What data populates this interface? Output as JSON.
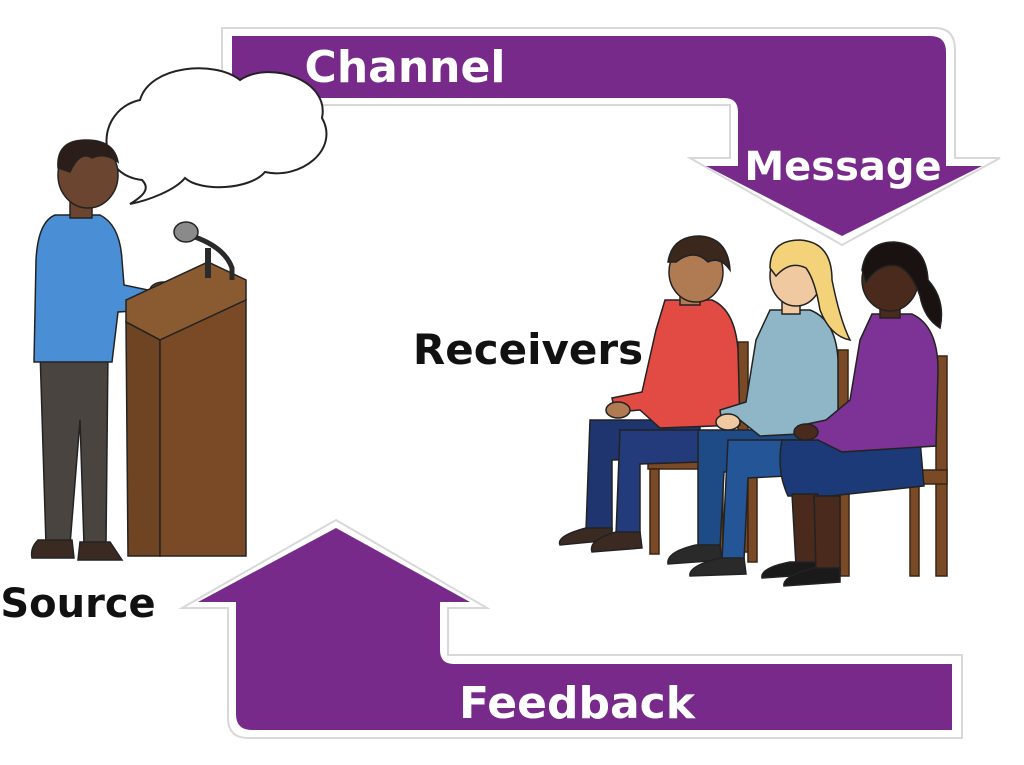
{
  "labels": {
    "channel": "Channel",
    "message": "Message",
    "feedback": "Feedback",
    "source": "Source",
    "receivers": "Receivers"
  },
  "colors": {
    "arrow": "#772a8a",
    "arrow_outline": "#ffffff",
    "speaker_shirt": "#4a8fd6",
    "podium": "#7a4a26",
    "receiver_1_shirt": "#e14b44",
    "receiver_2_shirt": "#8fb6c6",
    "receiver_3_shirt": "#7d3296",
    "chair": "#7a4a26"
  },
  "icons": [
    "speech-bubble-icon",
    "microphone-icon",
    "podium-icon",
    "speaker-figure",
    "receiver-figure",
    "chair-icon"
  ]
}
